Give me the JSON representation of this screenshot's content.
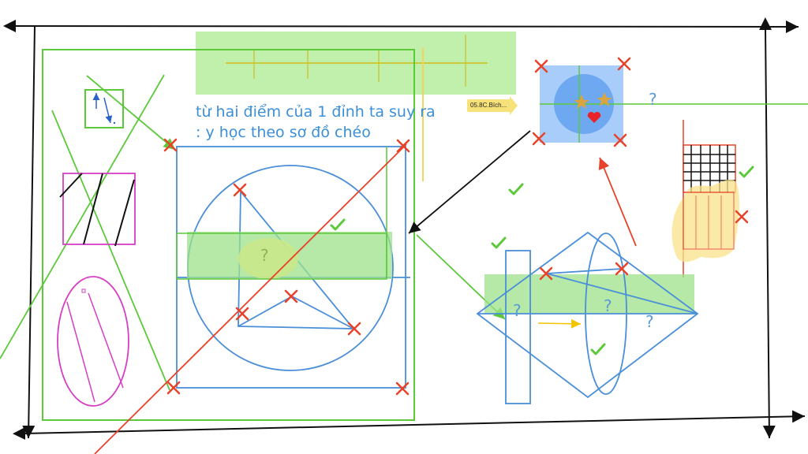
{
  "annotations": {
    "line1": "từ hai điểm của 1 đỉnh ta suy ra",
    "line2": ": y học theo sơ đồ chéo",
    "author_tag": "05.8C.Bích..."
  },
  "marks": {
    "question": "?",
    "check": "✓",
    "cross": "✕"
  },
  "colors": {
    "frame": "#111111",
    "blue": "#4a8fd9",
    "green": "#5cc93a",
    "highlight": "#9de28a",
    "red": "#e8432a",
    "magenta": "#d63fc3",
    "yellow": "#f4d35e"
  }
}
